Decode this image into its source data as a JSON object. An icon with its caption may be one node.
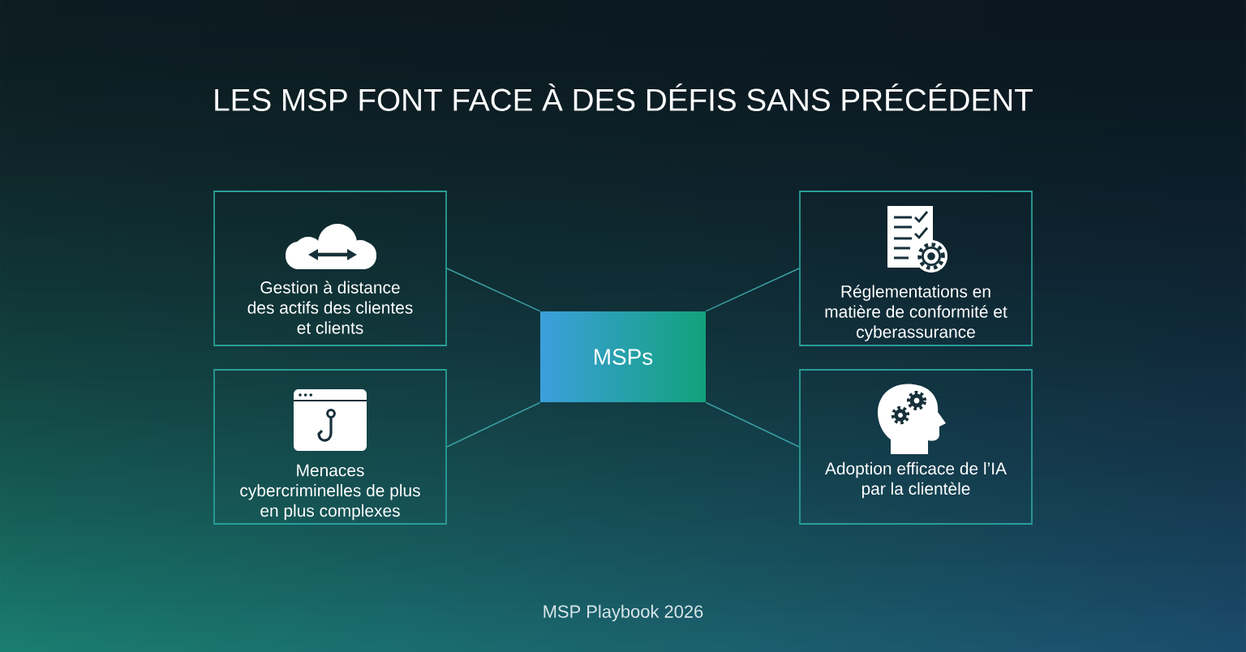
{
  "diagram": {
    "title": "LES MSP FONT FACE À DES DÉFIS SANS PRÉCÉDENT",
    "nodes": [
      {
        "text": [
          "Gestion à distance des actifs des clientes et clients"
        ]
      },
      {
        "text": [
          "Menaces cybercriminelles de plus en plus complexes"
        ]
      },
      {
        "text": [
          "MSPs"
        ]
      },
      {
        "text": [
          "Réglementations en matière de conformité et cyberassurance"
        ]
      },
      {
        "text": [
          "Adoption efficace de l’IA par la clientèle"
        ]
      }
    ],
    "edges": [
      {
        "from": 2,
        "to": 0,
        "arrow": "none"
      },
      {
        "from": 2,
        "to": 1,
        "arrow": "none"
      },
      {
        "from": 2,
        "to": 3,
        "arrow": "none"
      },
      {
        "from": 2,
        "to": 4,
        "arrow": "none"
      }
    ],
    "labels": [
      "MSP Playbook 2026"
    ]
  }
}
